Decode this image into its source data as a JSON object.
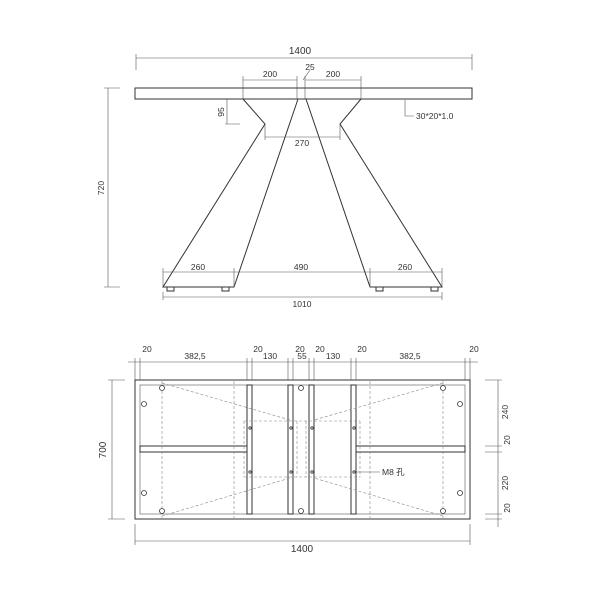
{
  "front_view": {
    "overall_width": "1400",
    "gap": "25",
    "left_top_width": "200",
    "right_top_width": "200",
    "notch_height": "95",
    "notch_span": "270",
    "height": "720",
    "tube_spec": "30*20*1.0",
    "left_foot_width": "260",
    "foot_gap": "490",
    "right_foot_width": "260",
    "base_width": "1010"
  },
  "plan_view": {
    "top_dims": [
      "20",
      "382,5",
      "20",
      "130",
      "20",
      "55",
      "20",
      "130",
      "20",
      "382,5",
      "20"
    ],
    "depth": "700",
    "width": "1400",
    "right_dims": [
      "240",
      "20",
      "220",
      "20"
    ],
    "hole_label": "M8 孔"
  }
}
